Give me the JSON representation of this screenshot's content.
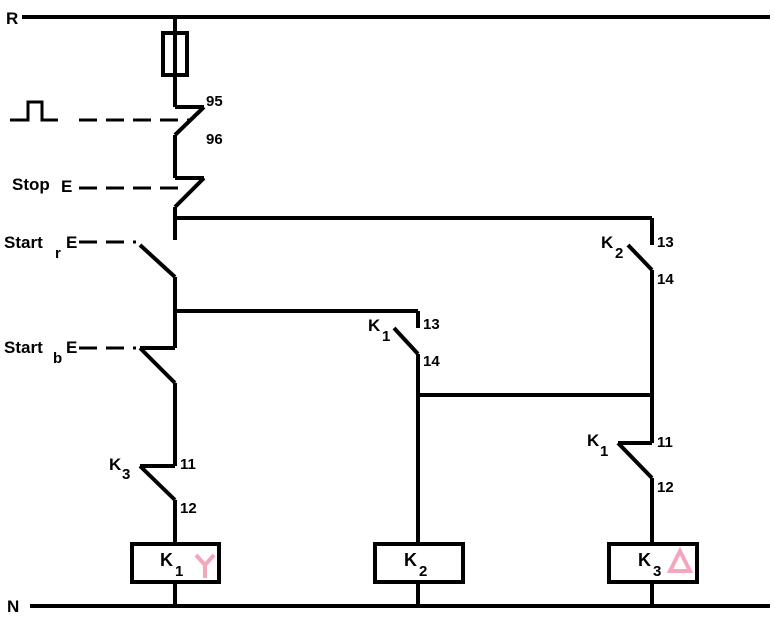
{
  "rails": {
    "top": "R",
    "bottom": "N"
  },
  "overload": {
    "nc_top": "95",
    "nc_bottom": "96"
  },
  "stop": {
    "label": "Stop",
    "actuator": "E"
  },
  "start_r": {
    "label": "Start",
    "sub": "r",
    "actuator": "E"
  },
  "start_b": {
    "label": "Start",
    "sub": "b",
    "actuator": "E"
  },
  "k3_interlock": {
    "name": "K",
    "sub": "3",
    "t1": "11",
    "t2": "12"
  },
  "k1_hold": {
    "name": "K",
    "sub": "1",
    "t1": "13",
    "t2": "14"
  },
  "k2_hold": {
    "name": "K",
    "sub": "2",
    "t1": "13",
    "t2": "14"
  },
  "k1_interlock": {
    "name": "K",
    "sub": "1",
    "t1": "11",
    "t2": "12"
  },
  "coils": [
    {
      "name": "K",
      "sub": "1",
      "symbol": "star-icon"
    },
    {
      "name": "K",
      "sub": "2",
      "symbol": ""
    },
    {
      "name": "K",
      "sub": "3",
      "symbol": "delta-icon"
    }
  ],
  "colors": {
    "wire": "#000000",
    "symbol": "#f4a6bd"
  }
}
